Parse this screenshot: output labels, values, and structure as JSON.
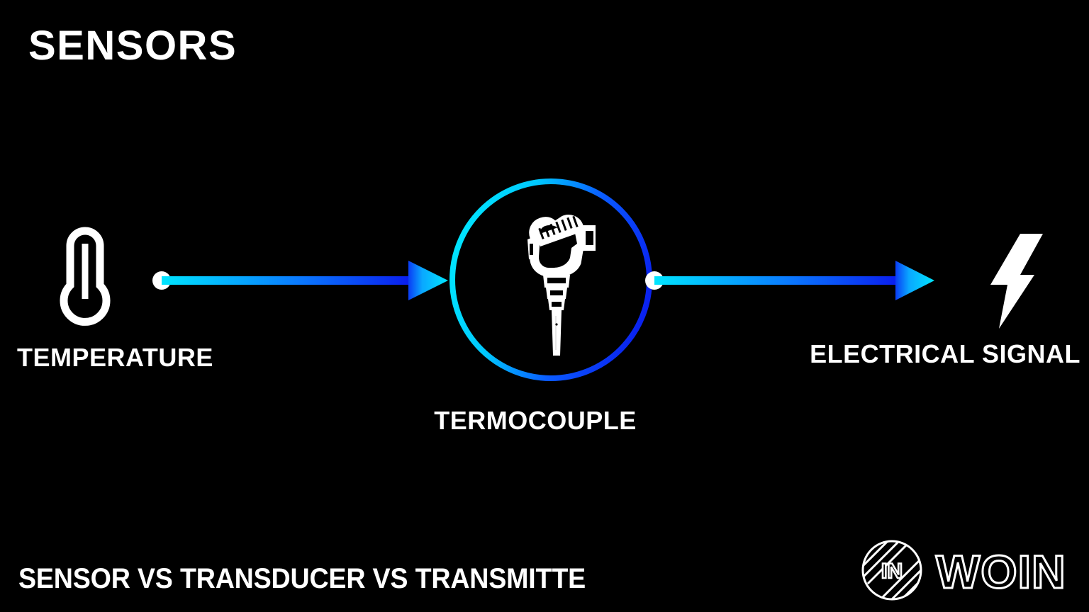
{
  "page": {
    "title": "SENSORS",
    "background_color": "#000000",
    "text_color": "#ffffff",
    "accent_cyan": "#00e5ff",
    "accent_blue": "#0a1fee"
  },
  "diagram": {
    "nodes": [
      {
        "id": "input",
        "icon": "thermometer-icon",
        "label": "TEMPERATURE"
      },
      {
        "id": "device",
        "icon": "thermocouple-icon",
        "label": "TERMOCOUPLE"
      },
      {
        "id": "output",
        "icon": "lightning-bolt-icon",
        "label": "ELECTRICAL SIGNAL"
      }
    ],
    "connectors": [
      {
        "id": "left-arrow",
        "from": "input",
        "to": "device",
        "direction": "right"
      },
      {
        "id": "right-arrow",
        "from": "device",
        "to": "output",
        "direction": "right"
      }
    ]
  },
  "footer": {
    "caption": "SENSOR VS TRANSDUCER VS TRANSMITTE",
    "logo_mark_text": "IN",
    "logo_wordmark": "WOIN"
  }
}
